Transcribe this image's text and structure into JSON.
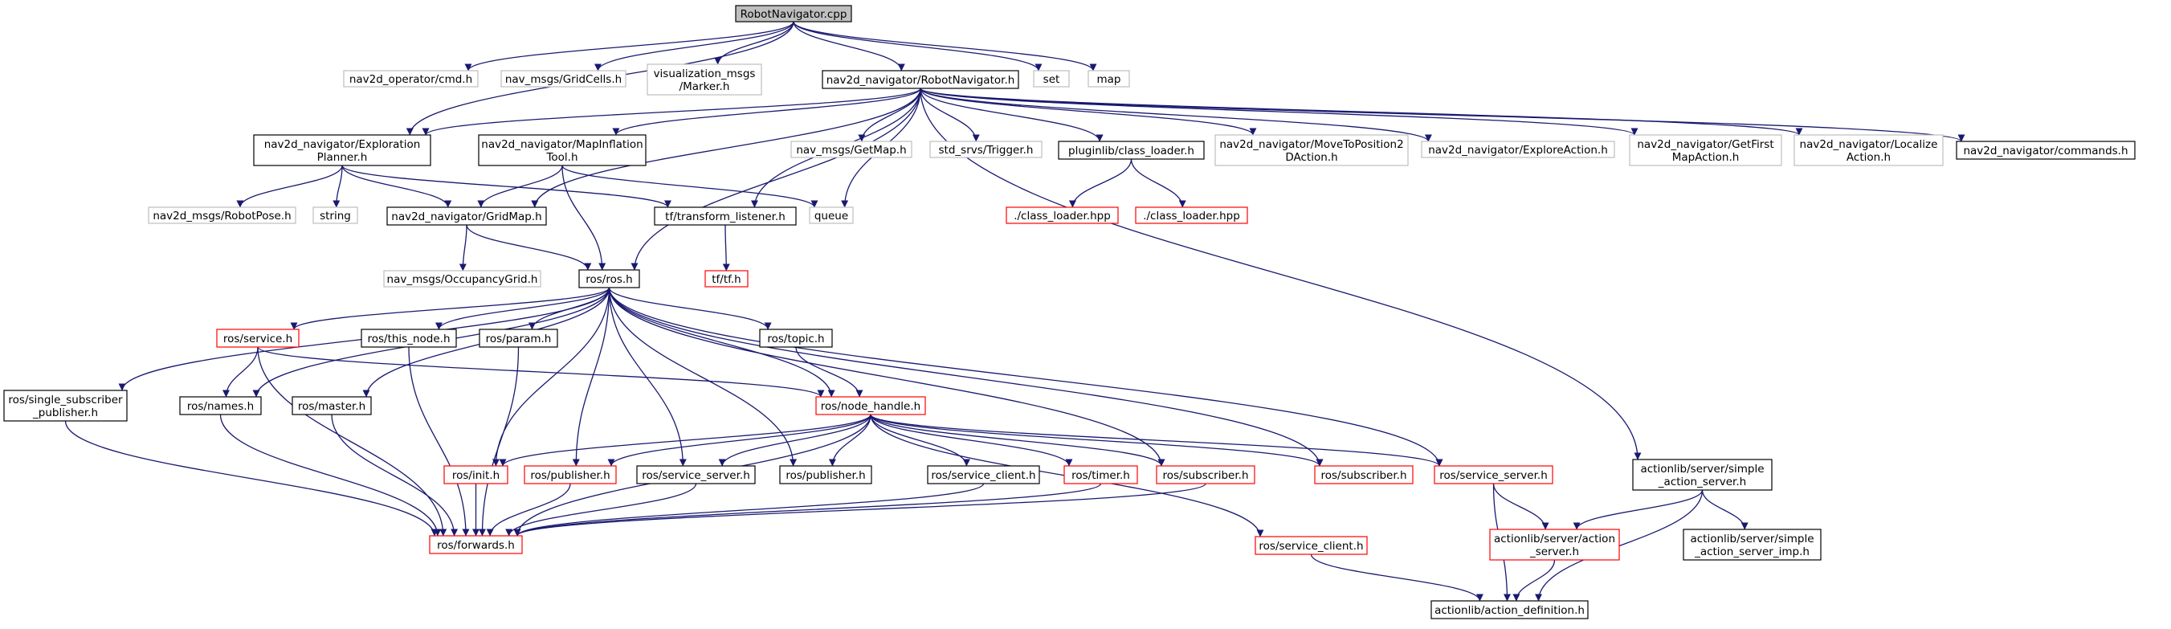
{
  "colors": {
    "edge": "#191970",
    "root_fill": "#bfbfbf",
    "border_documented": "#000000",
    "border_external": "#bfbfbf",
    "border_incomplete": "#ff0000"
  },
  "nodes": [
    {
      "id": "root",
      "lines": [
        "RobotNavigator.cpp"
      ],
      "kind": "root"
    },
    {
      "id": "op_cmd",
      "lines": [
        "nav2d_operator/cmd.h"
      ],
      "kind": "external"
    },
    {
      "id": "gridcells",
      "lines": [
        "nav_msgs/GridCells.h"
      ],
      "kind": "external"
    },
    {
      "id": "marker",
      "lines": [
        "visualization_msgs",
        "/Marker.h"
      ],
      "kind": "external"
    },
    {
      "id": "robotnav_h",
      "lines": [
        "nav2d_navigator/RobotNavigator.h"
      ],
      "kind": "documented"
    },
    {
      "id": "set",
      "lines": [
        "set"
      ],
      "kind": "external"
    },
    {
      "id": "map",
      "lines": [
        "map"
      ],
      "kind": "external"
    },
    {
      "id": "explplanner",
      "lines": [
        "nav2d_navigator/Exploration",
        "Planner.h"
      ],
      "kind": "documented"
    },
    {
      "id": "mapinfl",
      "lines": [
        "nav2d_navigator/MapInflation",
        "Tool.h"
      ],
      "kind": "documented"
    },
    {
      "id": "getmap",
      "lines": [
        "nav_msgs/GetMap.h"
      ],
      "kind": "external"
    },
    {
      "id": "trigger",
      "lines": [
        "std_srvs/Trigger.h"
      ],
      "kind": "external"
    },
    {
      "id": "classloader",
      "lines": [
        "pluginlib/class_loader.h"
      ],
      "kind": "documented"
    },
    {
      "id": "movetopos",
      "lines": [
        "nav2d_navigator/MoveToPosition2",
        "DAction.h"
      ],
      "kind": "external"
    },
    {
      "id": "exploreact",
      "lines": [
        "nav2d_navigator/ExploreAction.h"
      ],
      "kind": "external"
    },
    {
      "id": "getfirst",
      "lines": [
        "nav2d_navigator/GetFirst",
        "MapAction.h"
      ],
      "kind": "external"
    },
    {
      "id": "localize",
      "lines": [
        "nav2d_navigator/Localize",
        "Action.h"
      ],
      "kind": "external"
    },
    {
      "id": "commands",
      "lines": [
        "nav2d_navigator/commands.h"
      ],
      "kind": "documented"
    },
    {
      "id": "robotpose",
      "lines": [
        "nav2d_msgs/RobotPose.h"
      ],
      "kind": "external"
    },
    {
      "id": "string",
      "lines": [
        "string"
      ],
      "kind": "external"
    },
    {
      "id": "gridmap",
      "lines": [
        "nav2d_navigator/GridMap.h"
      ],
      "kind": "documented"
    },
    {
      "id": "tflistener",
      "lines": [
        "tf/transform_listener.h"
      ],
      "kind": "documented"
    },
    {
      "id": "queue",
      "lines": [
        "queue"
      ],
      "kind": "external"
    },
    {
      "id": "clhpp1",
      "lines": [
        "./class_loader.hpp"
      ],
      "kind": "incomplete"
    },
    {
      "id": "clhpp2",
      "lines": [
        "./class_loader.hpp"
      ],
      "kind": "incomplete"
    },
    {
      "id": "tf",
      "lines": [
        "tf/tf.h"
      ],
      "kind": "incomplete"
    },
    {
      "id": "occgrid",
      "lines": [
        "nav_msgs/OccupancyGrid.h"
      ],
      "kind": "external"
    },
    {
      "id": "ros",
      "lines": [
        "ros/ros.h"
      ],
      "kind": "documented"
    },
    {
      "id": "service",
      "lines": [
        "ros/service.h"
      ],
      "kind": "incomplete"
    },
    {
      "id": "thisnode",
      "lines": [
        "ros/this_node.h"
      ],
      "kind": "documented"
    },
    {
      "id": "param",
      "lines": [
        "ros/param.h"
      ],
      "kind": "documented"
    },
    {
      "id": "topic",
      "lines": [
        "ros/topic.h"
      ],
      "kind": "documented"
    },
    {
      "id": "singlesub",
      "lines": [
        "ros/single_subscriber",
        "_publisher.h"
      ],
      "kind": "documented"
    },
    {
      "id": "names",
      "lines": [
        "ros/names.h"
      ],
      "kind": "documented"
    },
    {
      "id": "master",
      "lines": [
        "ros/master.h"
      ],
      "kind": "documented"
    },
    {
      "id": "nodehandle",
      "lines": [
        "ros/node_handle.h"
      ],
      "kind": "incomplete"
    },
    {
      "id": "init",
      "lines": [
        "ros/init.h"
      ],
      "kind": "incomplete"
    },
    {
      "id": "publisher_r",
      "lines": [
        "ros/publisher.h"
      ],
      "kind": "incomplete"
    },
    {
      "id": "servserver_b",
      "lines": [
        "ros/service_server.h"
      ],
      "kind": "documented"
    },
    {
      "id": "publisher_b",
      "lines": [
        "ros/publisher.h"
      ],
      "kind": "documented"
    },
    {
      "id": "servclient_b",
      "lines": [
        "ros/service_client.h"
      ],
      "kind": "documented"
    },
    {
      "id": "timer",
      "lines": [
        "ros/timer.h"
      ],
      "kind": "incomplete"
    },
    {
      "id": "subscriber1",
      "lines": [
        "ros/subscriber.h"
      ],
      "kind": "incomplete"
    },
    {
      "id": "subscriber2",
      "lines": [
        "ros/subscriber.h"
      ],
      "kind": "incomplete"
    },
    {
      "id": "servserver_r",
      "lines": [
        "ros/service_server.h"
      ],
      "kind": "incomplete"
    },
    {
      "id": "sas",
      "lines": [
        "actionlib/server/simple",
        "_action_server.h"
      ],
      "kind": "documented"
    },
    {
      "id": "forwards",
      "lines": [
        "ros/forwards.h"
      ],
      "kind": "incomplete"
    },
    {
      "id": "servclient_r",
      "lines": [
        "ros/service_client.h"
      ],
      "kind": "incomplete"
    },
    {
      "id": "actserver",
      "lines": [
        "actionlib/server/action",
        "_server.h"
      ],
      "kind": "incomplete"
    },
    {
      "id": "sasimp",
      "lines": [
        "actionlib/server/simple",
        "_action_server_imp.h"
      ],
      "kind": "documented"
    },
    {
      "id": "actiondef",
      "lines": [
        "actionlib/action_definition.h"
      ],
      "kind": "documented"
    }
  ],
  "edges": [
    [
      "root",
      "op_cmd"
    ],
    [
      "root",
      "gridcells"
    ],
    [
      "root",
      "marker"
    ],
    [
      "root",
      "robotnav_h"
    ],
    [
      "root",
      "set"
    ],
    [
      "root",
      "map"
    ],
    [
      "root",
      "explplanner"
    ],
    [
      "robotnav_h",
      "explplanner"
    ],
    [
      "robotnav_h",
      "mapinfl"
    ],
    [
      "robotnav_h",
      "getmap"
    ],
    [
      "robotnav_h",
      "trigger"
    ],
    [
      "robotnav_h",
      "classloader"
    ],
    [
      "robotnav_h",
      "movetopos"
    ],
    [
      "robotnav_h",
      "exploreact"
    ],
    [
      "robotnav_h",
      "getfirst"
    ],
    [
      "robotnav_h",
      "localize"
    ],
    [
      "robotnav_h",
      "commands"
    ],
    [
      "robotnav_h",
      "gridmap"
    ],
    [
      "robotnav_h",
      "tflistener"
    ],
    [
      "robotnav_h",
      "queue"
    ],
    [
      "robotnav_h",
      "ros"
    ],
    [
      "robotnav_h",
      "sas"
    ],
    [
      "explplanner",
      "robotpose"
    ],
    [
      "explplanner",
      "string"
    ],
    [
      "explplanner",
      "gridmap"
    ],
    [
      "explplanner",
      "tflistener"
    ],
    [
      "mapinfl",
      "gridmap"
    ],
    [
      "mapinfl",
      "queue"
    ],
    [
      "mapinfl",
      "ros"
    ],
    [
      "classloader",
      "clhpp1"
    ],
    [
      "classloader",
      "clhpp2"
    ],
    [
      "gridmap",
      "occgrid"
    ],
    [
      "gridmap",
      "ros"
    ],
    [
      "tflistener",
      "tf"
    ],
    [
      "ros",
      "service"
    ],
    [
      "ros",
      "thisnode"
    ],
    [
      "ros",
      "param"
    ],
    [
      "ros",
      "topic"
    ],
    [
      "ros",
      "singlesub"
    ],
    [
      "ros",
      "names"
    ],
    [
      "ros",
      "master"
    ],
    [
      "ros",
      "nodehandle"
    ],
    [
      "ros",
      "init"
    ],
    [
      "ros",
      "publisher_r"
    ],
    [
      "ros",
      "servserver_b"
    ],
    [
      "ros",
      "publisher_b"
    ],
    [
      "ros",
      "subscriber1"
    ],
    [
      "ros",
      "subscriber2"
    ],
    [
      "ros",
      "servserver_r"
    ],
    [
      "service",
      "names"
    ],
    [
      "service",
      "nodehandle"
    ],
    [
      "service",
      "forwards"
    ],
    [
      "thisnode",
      "forwards"
    ],
    [
      "param",
      "forwards"
    ],
    [
      "topic",
      "nodehandle"
    ],
    [
      "singlesub",
      "forwards"
    ],
    [
      "names",
      "forwards"
    ],
    [
      "master",
      "forwards"
    ],
    [
      "nodehandle",
      "init"
    ],
    [
      "nodehandle",
      "publisher_r"
    ],
    [
      "nodehandle",
      "servserver_b"
    ],
    [
      "nodehandle",
      "publisher_b"
    ],
    [
      "nodehandle",
      "servclient_b"
    ],
    [
      "nodehandle",
      "timer"
    ],
    [
      "nodehandle",
      "subscriber1"
    ],
    [
      "nodehandle",
      "subscriber2"
    ],
    [
      "nodehandle",
      "servserver_r"
    ],
    [
      "nodehandle",
      "servclient_r"
    ],
    [
      "nodehandle",
      "forwards"
    ],
    [
      "init",
      "forwards"
    ],
    [
      "publisher_r",
      "forwards"
    ],
    [
      "servserver_b",
      "forwards"
    ],
    [
      "servclient_b",
      "forwards"
    ],
    [
      "timer",
      "forwards"
    ],
    [
      "subscriber1",
      "forwards"
    ],
    [
      "servserver_r",
      "actserver"
    ],
    [
      "servserver_r",
      "actiondef"
    ],
    [
      "servclient_r",
      "actiondef"
    ],
    [
      "sas",
      "actserver"
    ],
    [
      "sas",
      "sasimp"
    ],
    [
      "sas",
      "actiondef"
    ],
    [
      "actserver",
      "actiondef"
    ]
  ]
}
